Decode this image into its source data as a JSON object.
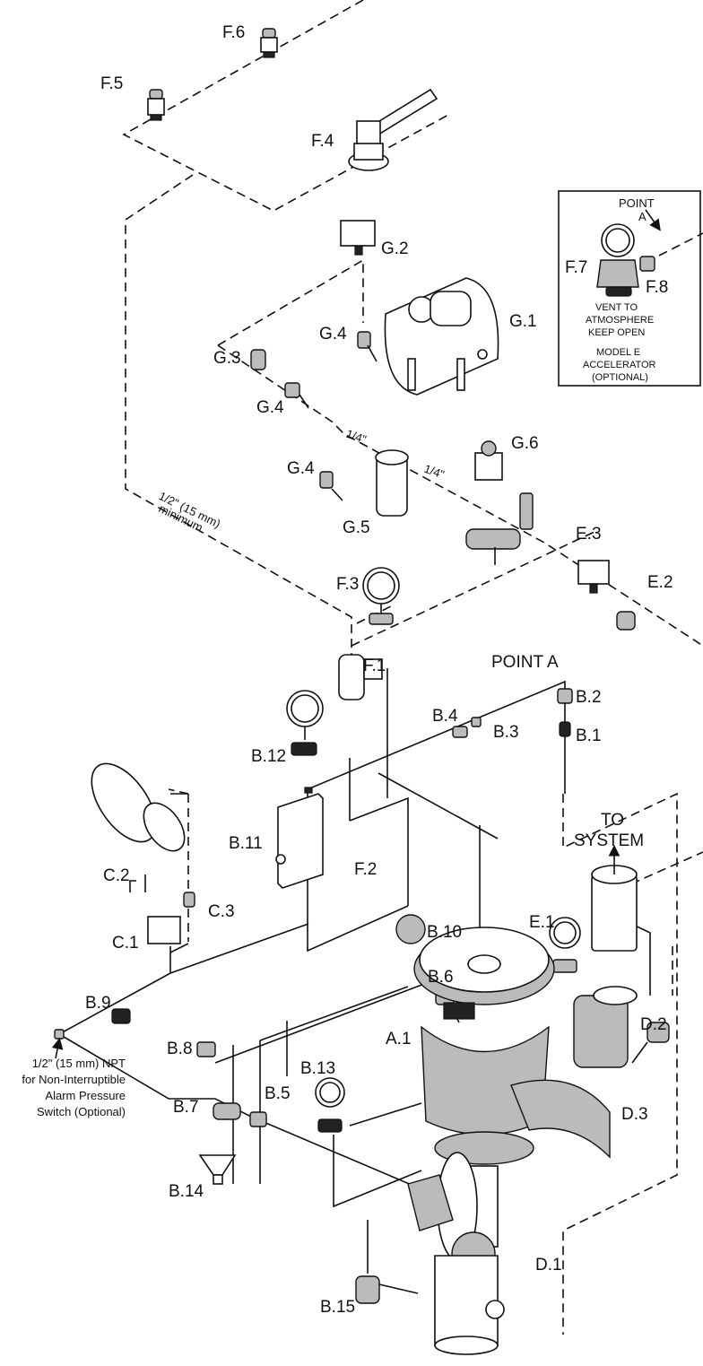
{
  "diagram": {
    "labels": {
      "F5": "F.5",
      "F6": "F.6",
      "F4": "F.4",
      "G2": "G.2",
      "G1": "G.1",
      "G4a": "G.4",
      "G3": "G.3",
      "G4b": "G.4",
      "G4c": "G.4",
      "G5": "G.5",
      "G6": "G.6",
      "E3": "E.3",
      "E2": "E.2",
      "E1": "E.1",
      "F3": "F.3",
      "F1": "F.1",
      "F2": "F.2",
      "B1": "B.1",
      "B2": "B.2",
      "B3": "B.3",
      "B4": "B.4",
      "B5": "B.5",
      "B6": "B.6",
      "B7": "B.7",
      "B8": "B.8",
      "B9": "B.9",
      "B10": "B.10",
      "B11": "B.11",
      "B12": "B.12",
      "B13": "B.13",
      "B14": "B.14",
      "B15": "B.15",
      "C1": "C.1",
      "C2": "C.2",
      "C3": "C.3",
      "A1": "A.1",
      "D1": "D.1",
      "D2": "D.2",
      "D3": "D.3",
      "F7": "F.7",
      "F8": "F.8"
    },
    "point_a": "POINT A",
    "to_system": [
      "TO",
      "SYSTEM"
    ],
    "pipe_size_1": "1/4\"",
    "pipe_size_2": "1/4\"",
    "min_pipe": [
      "1/2\" (15 mm)",
      "minimum"
    ],
    "npt_note": [
      "1/2\" (15 mm) NPT",
      "for Non-Interruptible",
      "Alarm Pressure",
      "Switch (Optional)"
    ],
    "inset": {
      "point": [
        "POINT",
        "A"
      ],
      "vent": [
        "VENT TO",
        "ATMOSPHERE",
        "KEEP OPEN"
      ],
      "model": [
        "MODEL E",
        "ACCELERATOR",
        "(OPTIONAL)"
      ]
    }
  }
}
